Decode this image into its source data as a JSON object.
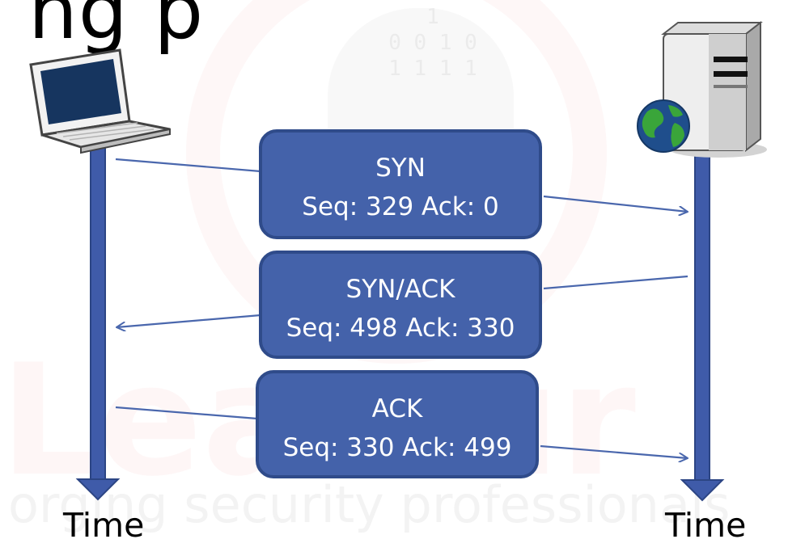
{
  "title_fragment": "ng   p",
  "watermark": {
    "bits": "1\n0 0 1 0\n1 1 1 1",
    "big_text": "Lea    cur",
    "tagline": "orging security professionals"
  },
  "nodes": {
    "client_icon": "laptop-icon",
    "server_icon": "server-icon",
    "globe_icon": "globe-icon"
  },
  "messages": [
    {
      "name": "SYN",
      "detail": "Seq: 329 Ack: 0",
      "direction": "client-to-server"
    },
    {
      "name": "SYN/ACK",
      "detail": "Seq: 498 Ack: 330",
      "direction": "server-to-client"
    },
    {
      "name": "ACK",
      "detail": "Seq: 330 Ack: 499",
      "direction": "client-to-server"
    }
  ],
  "timelines": {
    "left_label": "Time",
    "right_label": "Time"
  },
  "colors": {
    "box_fill": "#4462aa",
    "box_border": "#2f4b8a",
    "timeline": "#3f5ba9",
    "arrow": "#4a67ad"
  }
}
